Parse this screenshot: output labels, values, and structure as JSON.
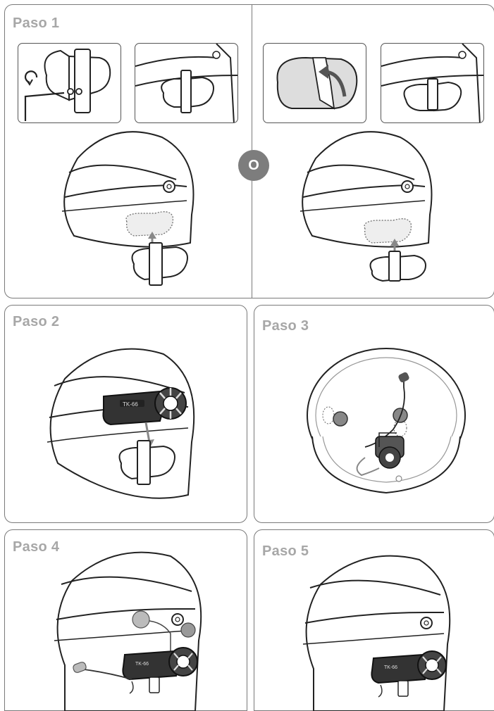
{
  "steps": {
    "step1": "Paso 1",
    "step2": "Paso 2",
    "step3": "Paso 3",
    "step4": "Paso 4",
    "step5": "Paso 5"
  },
  "or_label": "O",
  "device_label": "TK-66",
  "icons": {
    "allen_key": "allen-key-icon",
    "peel_arrow": "peel-arrow-icon",
    "insert_arrow": "insert-arrow-icon"
  }
}
